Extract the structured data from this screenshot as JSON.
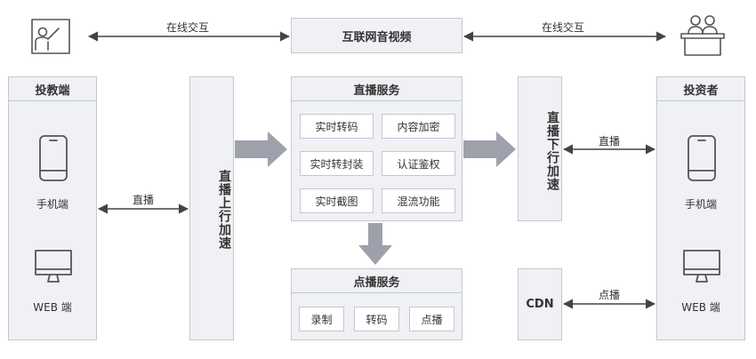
{
  "top": {
    "center_label": "互联网音视频",
    "left_link_label": "在线交互",
    "right_link_label": "在线交互"
  },
  "teacher_panel": {
    "title": "投教端",
    "device_mobile": "手机端",
    "device_web": "WEB 端"
  },
  "uplink": {
    "label": "直播上行加速"
  },
  "live_service": {
    "title": "直播服务",
    "features": [
      "实时转码",
      "内容加密",
      "实时转封装",
      "认证鉴权",
      "实时截图",
      "混流功能"
    ]
  },
  "vod_service": {
    "title": "点播服务",
    "features": [
      "录制",
      "转码",
      "点播"
    ]
  },
  "downlink": {
    "label": "直播下行加速"
  },
  "cdn": {
    "label": "CDN"
  },
  "investor_panel": {
    "title": "投资者",
    "device_mobile": "手机端",
    "device_web": "WEB 端"
  },
  "links": {
    "left_live": "直播",
    "right_live": "直播",
    "cdn_vod": "点播"
  },
  "colors": {
    "line": "#444444",
    "border": "#c4c7d0",
    "fill": "#f0f1f5",
    "arrow_fill": "#9ea1ab"
  }
}
